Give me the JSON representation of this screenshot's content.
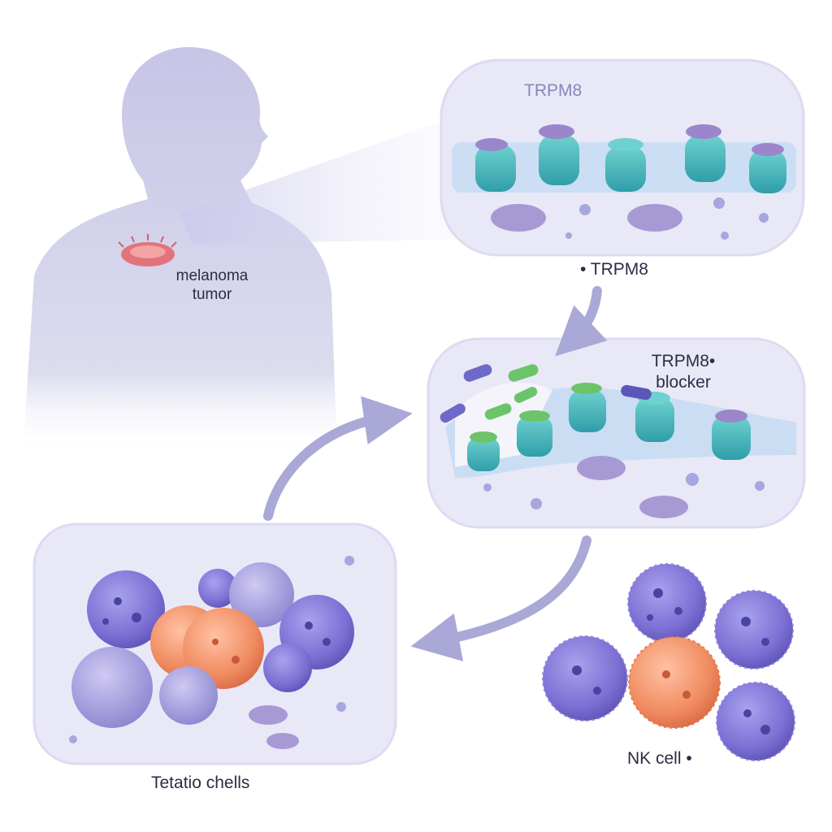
{
  "labels": {
    "tumor_line1": "melanoma",
    "tumor_line2": "tumor",
    "panel_title": "TRPM8",
    "trpm8": "• TRPM8",
    "blocker_line1": "TRPM8•",
    "blocker_line2": "blocker",
    "nk_cell": "NK cell •",
    "t_cells": "Tetatio chells"
  },
  "colors": {
    "silhouette": "#c9c9e6",
    "panel_fill": "#e9e8f7",
    "panel_edge": "#dcdbf1",
    "arrow": "#a9a8d6",
    "channel_teal": "#4fb3b8",
    "channel_cap": "#9b86cc",
    "membrane": "#b9d6ee",
    "immune_purple": "#7b6fd3",
    "tumor_orange": "#f08a5f",
    "pill_blue": "#6d6ac9",
    "pill_green": "#6cc46a",
    "tumor_red": "#e0747a"
  }
}
